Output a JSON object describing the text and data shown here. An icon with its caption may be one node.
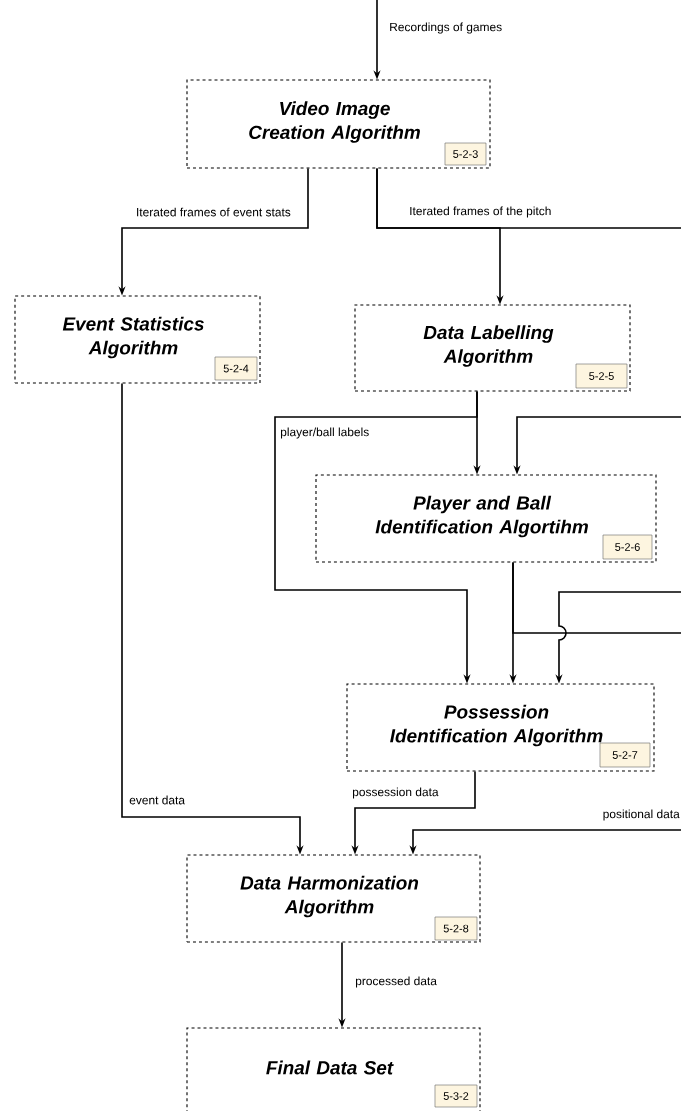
{
  "diagram": {
    "nodes": [
      {
        "text": [
          "Video Image Creation Algorithm"
        ]
      },
      {
        "text": [
          "Event Statistics Algorithm"
        ]
      },
      {
        "text": [
          "Data Labelling Algorithm"
        ]
      },
      {
        "text": [
          "Player and Ball Identification Algortihm"
        ]
      },
      {
        "text": [
          "Possession Identification Algorithm"
        ]
      },
      {
        "text": [
          "Data Harmonization Algorithm"
        ]
      },
      {
        "text": [
          "Final Data Set"
        ]
      },
      {
        "text": [
          "5-2-3"
        ],
        "in": 0
      },
      {
        "text": [
          "5-2-4"
        ],
        "in": 1
      },
      {
        "text": [
          "5-2-5"
        ],
        "in": 2
      },
      {
        "text": [
          "5-2-6"
        ],
        "in": 3
      },
      {
        "text": [
          "5-2-7"
        ],
        "in": 4
      },
      {
        "text": [
          "5-2-8"
        ],
        "in": 5
      },
      {
        "text": [
          "5-3-2"
        ],
        "in": 6
      }
    ],
    "edges": [
      {
        "from": null,
        "to": 0,
        "arrow": "to",
        "label": "Recordings of games"
      },
      {
        "from": 0,
        "to": 1,
        "arrow": "to",
        "label": "Iterated frames of event stats"
      },
      {
        "from": 0,
        "to": 2,
        "arrow": "to",
        "label": "Iterated frames of the pitch"
      },
      {
        "from": 0,
        "to": null,
        "arrow": "none"
      },
      {
        "from": null,
        "to": 3,
        "arrow": "to"
      },
      {
        "from": 2,
        "to": 3,
        "arrow": "to"
      },
      {
        "from": 2,
        "to": 4,
        "arrow": "to",
        "label": "player/ball labels"
      },
      {
        "from": 3,
        "to": 4,
        "arrow": "to"
      },
      {
        "from": 3,
        "to": null,
        "arrow": "none"
      },
      {
        "from": null,
        "to": 4,
        "arrow": "to"
      },
      {
        "from": 1,
        "to": 5,
        "arrow": "to",
        "label": "event data"
      },
      {
        "from": 4,
        "to": 5,
        "arrow": "to",
        "label": "possession data"
      },
      {
        "from": null,
        "to": 5,
        "arrow": "to",
        "label": "positional data"
      },
      {
        "from": 5,
        "to": 6,
        "arrow": "to",
        "label": "processed data"
      }
    ]
  }
}
